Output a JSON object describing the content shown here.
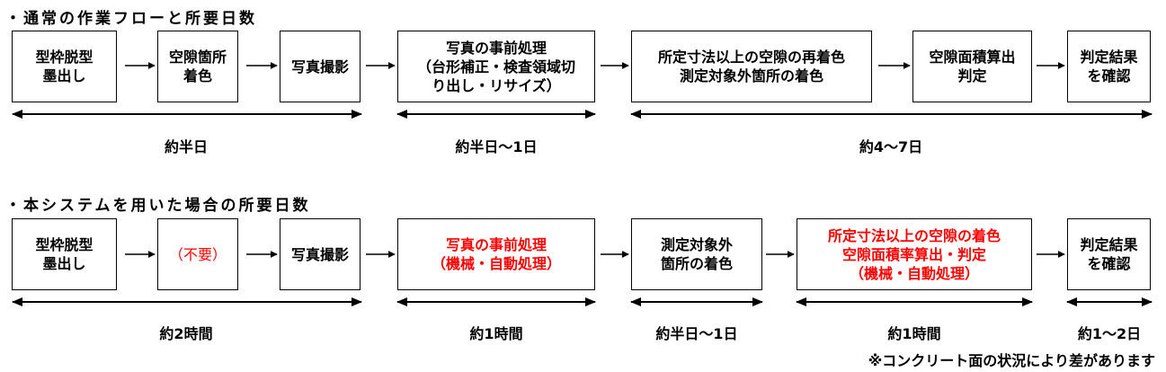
{
  "normal_flow": {
    "title": "・通常の作業フローと所要日数",
    "steps": [
      "型枠脱型\n墨出し",
      "空隙箇所\n着色",
      "写真撮影",
      "写真の事前処理\n（台形補正・検査領域切\nり出し・リサイズ）",
      "所定寸法以上の空隙の再着色\n測定対象外箇所の着色",
      "空隙面積算出\n判定",
      "判定結果\nを確認"
    ],
    "durations": [
      "約半日",
      "約半日～1日",
      "約4～7日"
    ]
  },
  "system_flow": {
    "title": "・本システムを用いた場合の所要日数",
    "steps": [
      "型枠脱型\n墨出し",
      "（不要）",
      "写真撮影",
      "写真の事前処理\n（機械・自動処理）",
      "測定対象外\n箇所の着色",
      "所定寸法以上の空隙の着色\n空隙面積率算出・判定\n（機械・自動処理）",
      "判定結果\nを確認"
    ],
    "durations": [
      "約2時間",
      "約1時間",
      "約半日～1日",
      "約1時間",
      "約1～2日"
    ]
  },
  "note": "※コンクリート面の状況により差があります",
  "colors": {
    "automated_step": "#ff0000",
    "line": "#000000"
  }
}
